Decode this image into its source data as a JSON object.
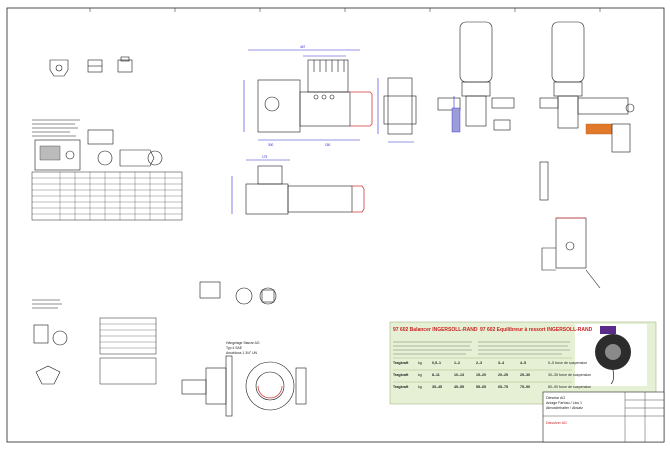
{
  "ad": {
    "title_left": "97 602 Balancer INGERSOLL-RAND",
    "title_right": "97 602 Equilibreur à ressort INGERSOLL-RAND",
    "rows": [
      {
        "label": "Tragkraft",
        "unit": "kg",
        "values": [
          "0,5–1",
          "1–2",
          "2–3",
          "3–4",
          "4–5"
        ],
        "note": "0–5 force de suspension"
      },
      {
        "label": "Tragkraft",
        "unit": "kg",
        "values": [
          "8–11",
          "10–13",
          "15–20",
          "20–25",
          "25–30"
        ],
        "note": "30–35 force de suspension"
      },
      {
        "label": "Tragkraft",
        "unit": "kg",
        "values": [
          "35–45",
          "45–55",
          "55–65",
          "65–75",
          "75–90"
        ],
        "note": "80–90 force de suspension"
      }
    ],
    "accent": "#cc2020",
    "band": "#e6f0d4"
  },
  "titleblock": {
    "lines": [
      "Dieselar AG",
      "Anlage Farbau / Lkw 1",
      "Atmosbehalter / Absatz"
    ],
    "stamp": "Dissolver AG"
  },
  "note_left": {
    "line1": "Hängelage Stanze AG",
    "line2": "Typ 4 SAE",
    "line3": "Anschluss 1 3/4\" UN"
  },
  "colors": {
    "dimension": "#2a2ad0",
    "highlight": "#d23a3a",
    "orange": "#e07a2a"
  }
}
